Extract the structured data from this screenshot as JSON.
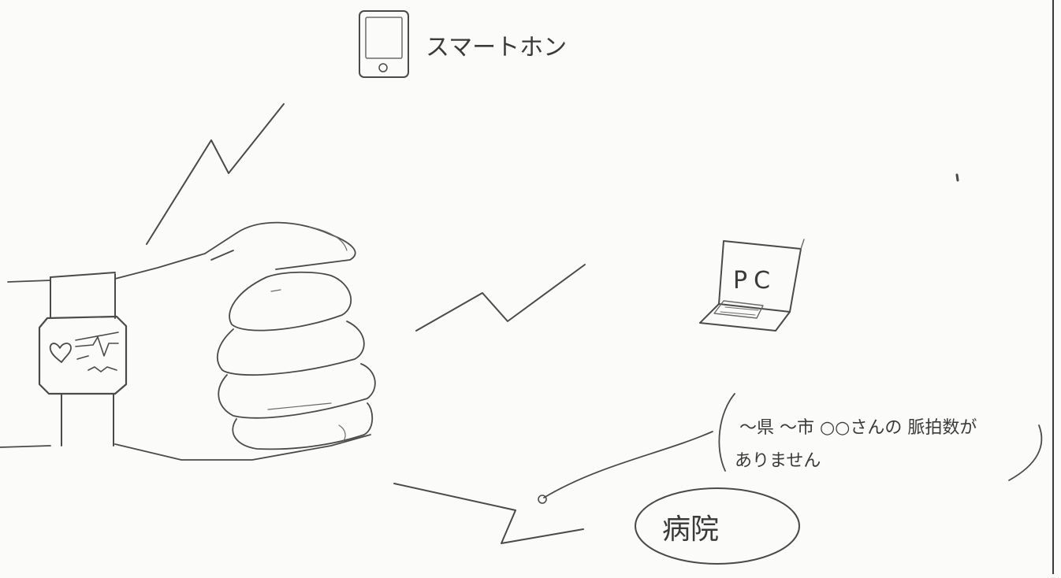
{
  "labels": {
    "smartphone": "スマートホン",
    "pc": "PC",
    "message_line1": "〜県 〜市 ○○さんの 脈拍数が",
    "message_line2": "ありません",
    "hospital": "病院"
  },
  "icons": {
    "smartwatch": "smartwatch-icon",
    "heart": "heart-icon",
    "smartphone": "smartphone-icon",
    "laptop": "laptop-icon",
    "signal": "lightning-signal-icon"
  },
  "colors": {
    "paper": "#fbfbfa",
    "ink": "#4a4a4a"
  }
}
